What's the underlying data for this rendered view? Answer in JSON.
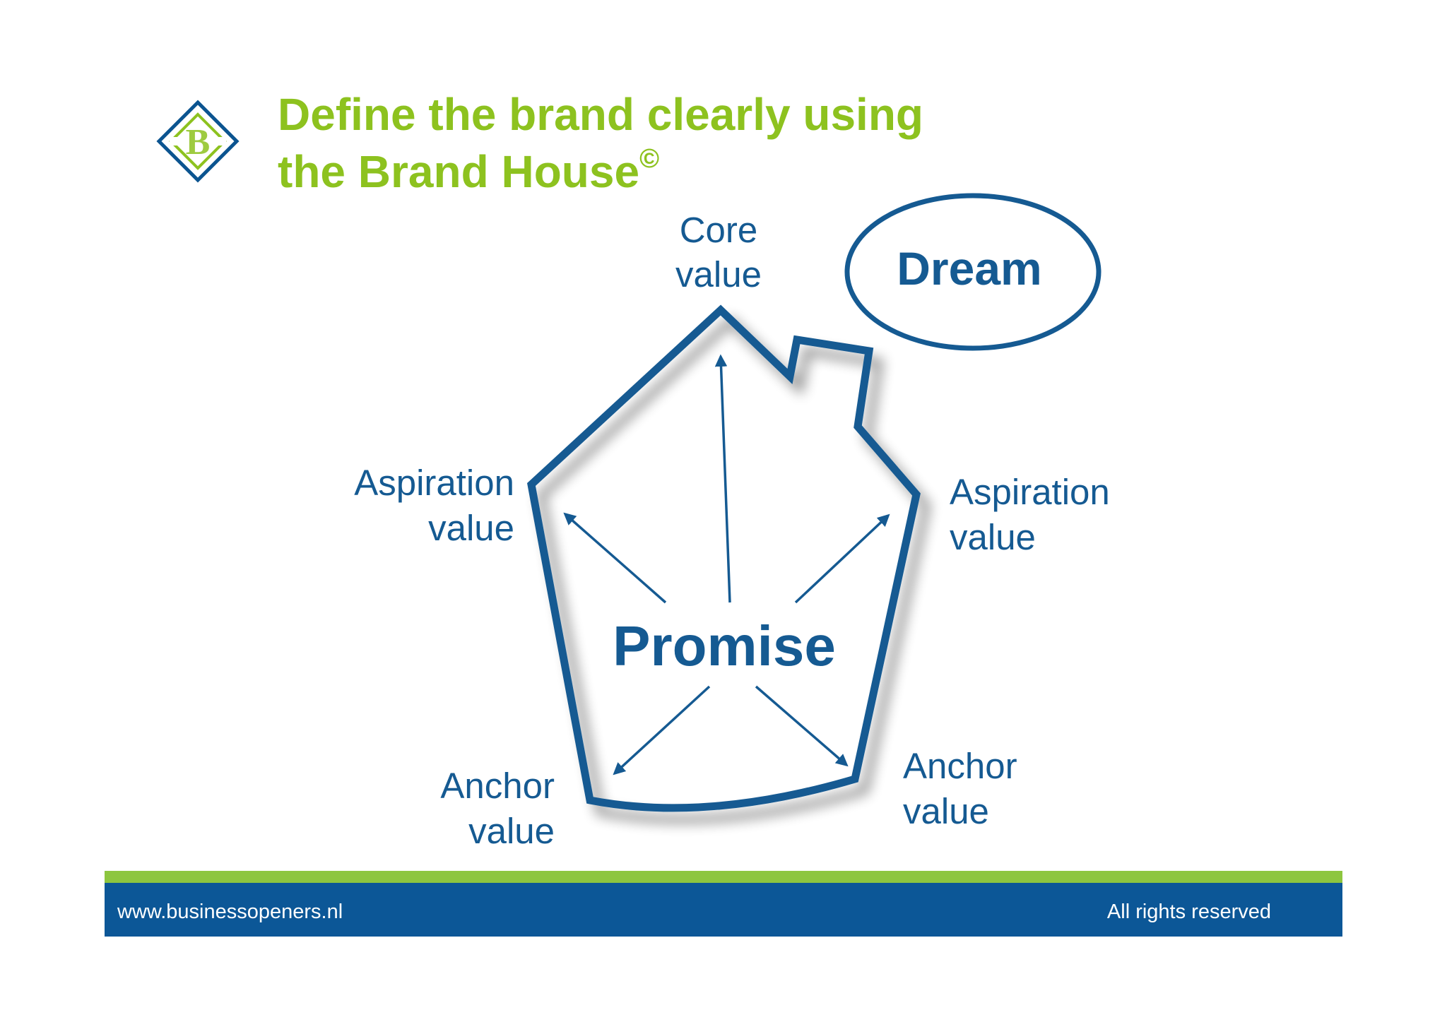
{
  "title": {
    "line1": "Define the brand clearly using",
    "line2": "the Brand House",
    "symbol": "©"
  },
  "logo": {
    "letter": "B",
    "icon": "brand-diamond-logo"
  },
  "diagram": {
    "core_value": {
      "line1": "Core",
      "line2": "value"
    },
    "dream": "Dream",
    "promise": "Promise",
    "aspiration_left": {
      "line1": "Aspiration",
      "line2": "value"
    },
    "aspiration_right": {
      "line1": "Aspiration",
      "line2": "value"
    },
    "anchor_left": {
      "line1": "Anchor",
      "line2": "value"
    },
    "anchor_right": {
      "line1": "Anchor",
      "line2": "value"
    }
  },
  "footer": {
    "website": "www.businessopeners.nl",
    "rights": "All rights reserved"
  },
  "colors": {
    "title_green": "#8DC21F",
    "brand_blue": "#0B5490",
    "diagram_blue": "#155A92",
    "footer_green": "#8DC63F",
    "footer_blue": "#0C5797",
    "text_white": "#FFFFFF"
  }
}
